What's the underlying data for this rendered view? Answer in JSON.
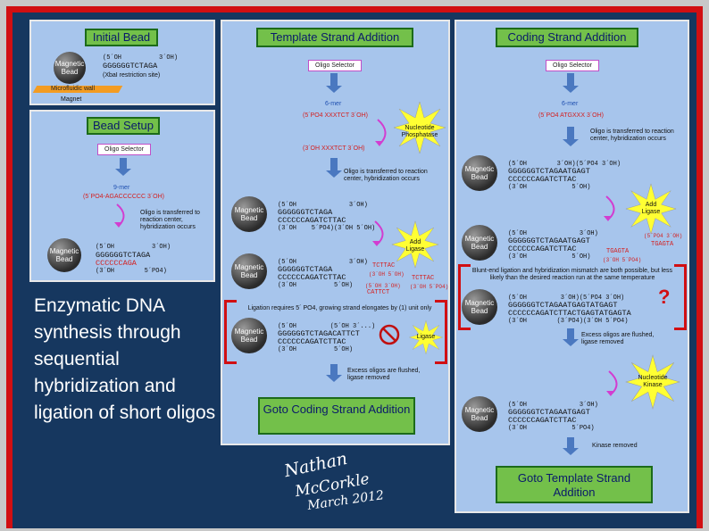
{
  "left_top": {
    "title": "Initial Bead",
    "bead": "Magnetic Bead",
    "seq_top": "(5´OH          3´OH)",
    "seq": "GGGGGGTCTAGA",
    "xba": "(XbaI restriction site)",
    "microfluidic": "Microfluidic wall",
    "magnet": "Magnet"
  },
  "bead_setup": {
    "title": "Bead Setup",
    "selector": "Oligo Selector",
    "mer": "9-mer",
    "seq": "(5´PO4-AGACCCCCC 3´OH)",
    "note": "Oligo is transferred to reaction center, hybridization occurs",
    "bead": "Magnetic Bead",
    "s1": "(5´OH          3´OH)",
    "s2": "GGGGGGTCTAGA",
    "s3": "CCCCCCAGA",
    "s4": "(3´OH        5´PO4)"
  },
  "main_text": "Enzymatic DNA synthesis through sequential hybridization and ligation of short oligos",
  "signature": [
    "Nathan",
    "McCorkle",
    "March 2012"
  ],
  "template": {
    "title": "Template Strand Addition",
    "selector": "Oligo Selector",
    "mer": "6-mer",
    "oligo1": "(5´PO4 XXXTCT 3´OH)",
    "phosphatase": "Nucleotide Phosphatase",
    "oligo2": "(3´OH XXXTCT 3´OH)",
    "transfer": "Oligo is transferred to reaction center, hybridization occurs",
    "b1": [
      "(5´OH              3´OH)",
      "GGGGGGTCTAGA",
      "CCCCCCAGATCTTAC",
      "(3´OH    5´PO4)(3´OH 5´OH)"
    ],
    "ligase": "Add Ligase",
    "b2": [
      "(5´OH              3´OH)",
      "GGGGGGTCTAGA",
      "CCCCCCAGATCTTAC",
      "(3´OH          5´OH)"
    ],
    "free": [
      "TCTTAC",
      "(3´OH 5´OH)",
      "(5´OH 3´OH)",
      "CATTCT"
    ],
    "free2": [
      "TCTTAC",
      "(3´OH 5´PO4)"
    ],
    "ligation_req": "Ligation requires 5´ PO4, growing strand elongates by (1) unit only",
    "b3": [
      "(5´OH         (5´OH 3´...)",
      "GGGGGGTCTAGACATTCT",
      "CCCCCCAGATCTTAC",
      "(3´OH          5´OH)"
    ],
    "ligase2": "Ligase",
    "excess": "Excess oligos are flushed, ligase removed",
    "goto": "Goto Coding Strand Addition",
    "bead": "Magnetic Bead"
  },
  "coding": {
    "title": "Coding Strand Addition",
    "selector": "Oligo Selector",
    "mer": "6-mer",
    "oligo": "(5´PO4 ATGXXX 3´OH)",
    "transfer": "Oligo is transferred to reaction center, hybridization occurs",
    "b1": [
      "(5´OH        3´OH)(5´PO4 3´OH)",
      "GGGGGGTCTAGAATGAGT",
      "CCCCCCAGATCTTAC",
      "(3´OH            5´OH)"
    ],
    "ligase": "Add Ligase",
    "b2": [
      "(5´OH              3´OH)",
      "GGGGGGTCTAGAATGAGT",
      "CCCCCCAGATCTTAC",
      "(3´OH            5´OH)"
    ],
    "free": [
      "TGAGTA",
      "(3´OH 5´PO4)",
      "(5´PO4 3´OH)",
      "TGAGTA"
    ],
    "mismatch": "Blunt-end ligation and hybridization mismatch are both possible, but less likely than the desired reaction run at the same temperature",
    "b3": [
      "(5´OH         3´OH)(5´PO4 3´OH)",
      "GGGGGGTCTAGAATGAGTATGAGT",
      "CCCCCCAGATCTTACTGAGTATGAGTA",
      "(3´OH        (3´PO4)(3´OH 5´PO4)"
    ],
    "question": "?",
    "excess": "Excess oligos are flushed, ligase removed",
    "kinase": "Nucleotide Kinase",
    "b4": [
      "(5´OH              3´OH)",
      "GGGGGGTCTAGAATGAGT",
      "CCCCCCAGATCTTAC",
      "(3´OH            5´PO4)"
    ],
    "kinase_removed": "Kinase removed",
    "goto": "Goto Template Strand Addition",
    "bead": "Magnetic Bead"
  },
  "colors": {
    "accent_red": "#d10f12",
    "panel": "#a7c5ec",
    "green": "#73c04a",
    "background": "#16375f",
    "star": "#ffff33"
  }
}
